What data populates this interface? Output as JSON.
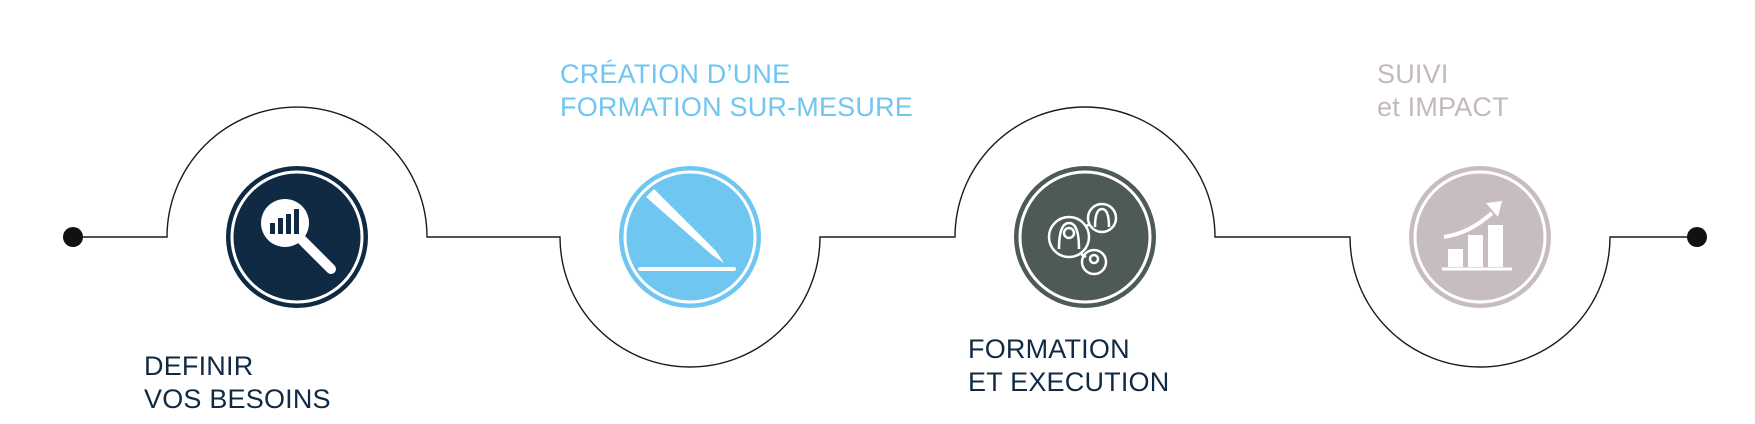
{
  "steps": [
    {
      "title_line1": "DEFINIR",
      "title_line2": "VOS BESOINS",
      "color": "#102a43",
      "icon": "magnifier-bar-chart-icon",
      "circle_color": "#102a43",
      "arc": "top"
    },
    {
      "title_line1": "CRÉATION D’UNE",
      "title_line2": "FORMATION SUR-MESURE",
      "color": "#6ec6f1",
      "icon": "pen-writing-icon",
      "circle_color": "#6ec6f1",
      "arc": "bottom"
    },
    {
      "title_line1": "FORMATION",
      "title_line2": "ET EXECUTION",
      "color": "#102a43",
      "icon": "network-people-icon",
      "circle_color": "#4d5a57",
      "arc": "top"
    },
    {
      "title_line1": "SUIVI",
      "title_line2": "et IMPACT",
      "color": "#c4b8bf",
      "icon": "growth-chart-icon",
      "circle_color": "#c6bcc2",
      "arc": "bottom"
    }
  ],
  "line_color": "#1a1a1a",
  "dot_color": "#111111"
}
